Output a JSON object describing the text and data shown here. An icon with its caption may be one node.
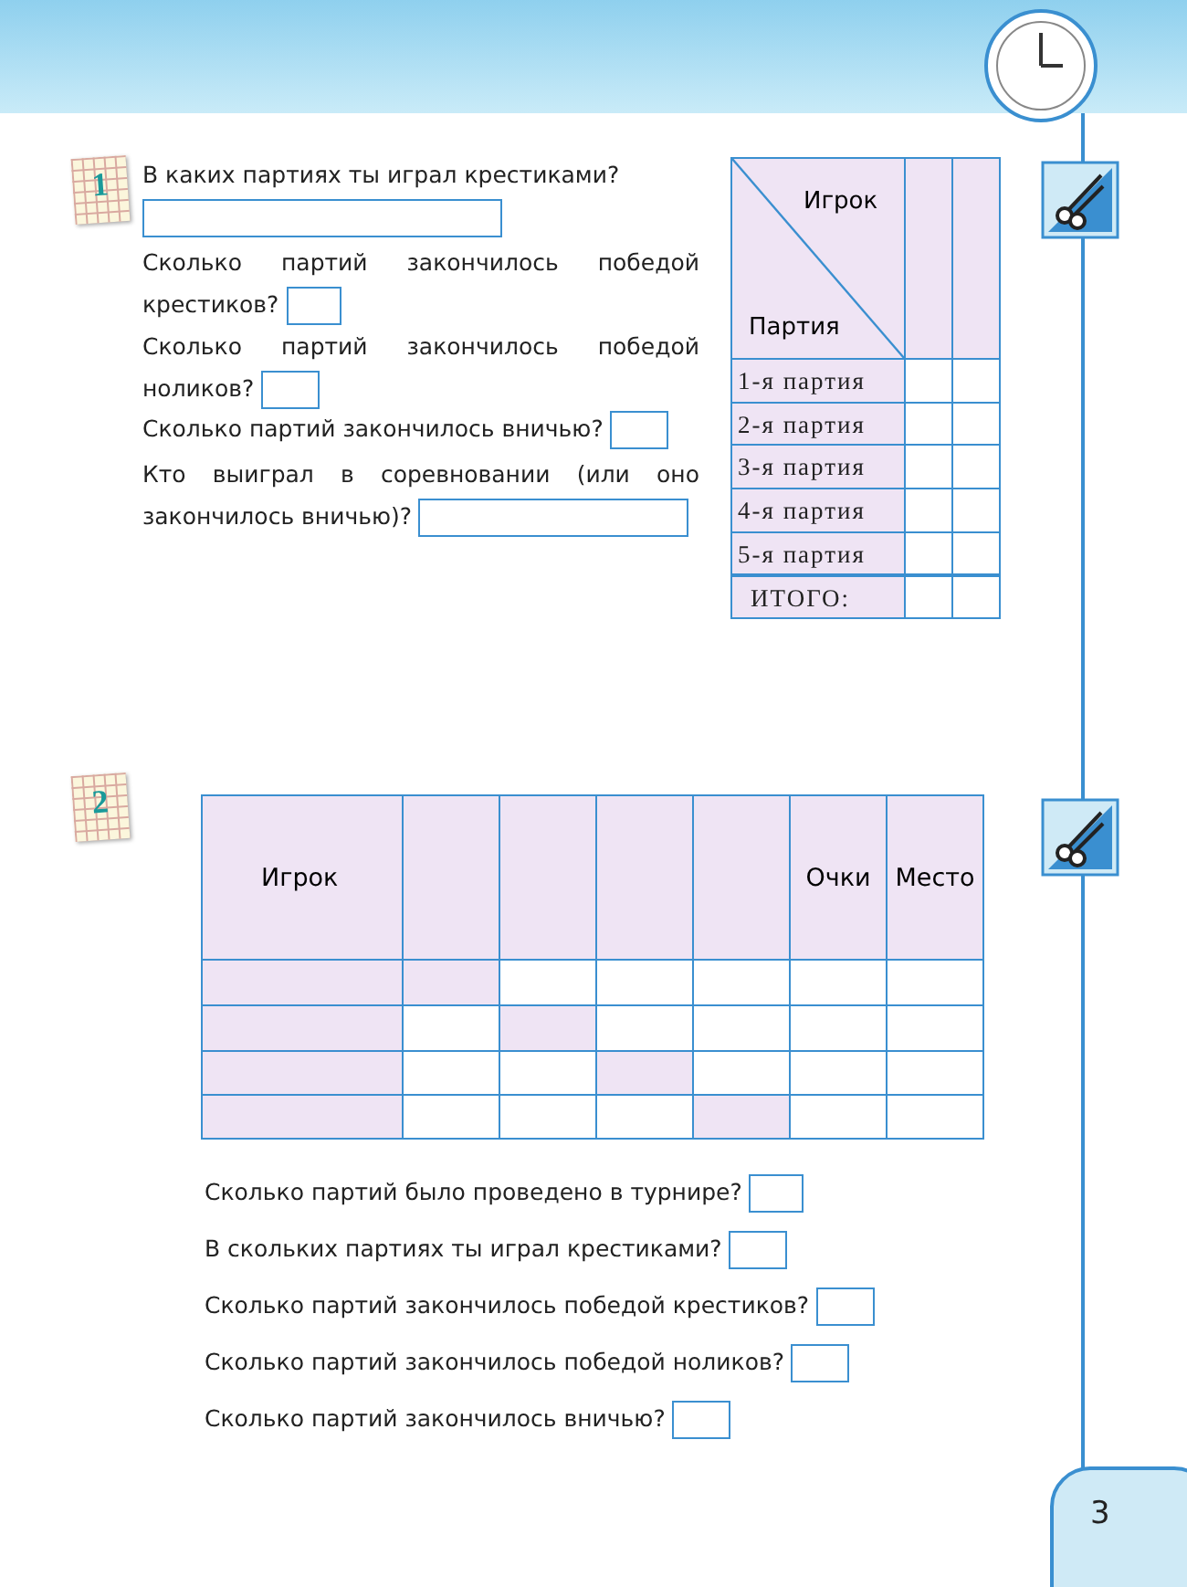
{
  "diagram": {
    "labels": [
      "1",
      "В каких партиях ты играл крестиками?",
      "Сколько партий закончилось победой крестиков?",
      "Сколько партий закончилось победой ноликов?",
      "Сколько партий закончилось вничью?",
      "Кто выиграл в соревновании (или оно закончилось вничью)?",
      "Игрок",
      "Партия",
      "1-я партия",
      "2-я партия",
      "3-я партия",
      "4-я партия",
      "5-я партия",
      "ИТОГО:",
      "2",
      "Игрок",
      "Очки",
      "Место",
      "Сколько партий было проведено в турнире?",
      "В скольких партиях ты играл крестиками?",
      "Сколько партий закончилось победой крестиков?",
      "Сколько партий закончилось победой ноликов?",
      "Сколько партий закончилось вничью?",
      "3"
    ]
  }
}
